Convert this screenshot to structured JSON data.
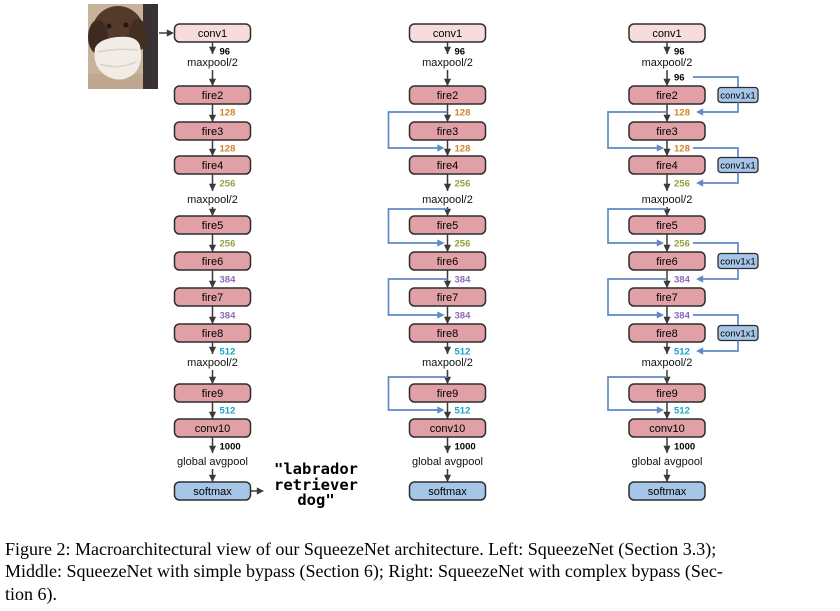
{
  "figure_caption": {
    "lines": [
      "Figure 2: Macroarchitectural view of our SqueezeNet architecture. Left: SqueezeNet (Section 3.3);",
      "Middle: SqueezeNet with simple bypass (Section 6); Right: SqueezeNet with complex bypass (Sec-",
      "tion 6)."
    ]
  },
  "prediction": {
    "text": "\"labrador\nretriever\ndog\""
  },
  "colors": {
    "box_border": "#2d2d2d",
    "conv_light": "#f6dcdc",
    "fire": "#e0a0a6",
    "blue_box": "#a6c6e8",
    "flow": "#3a3a3a",
    "bypass": "#5f8ac4",
    "n96": "#000000",
    "n128": "#d4812b",
    "n256": "#94a03c",
    "n384": "#8b6ab8",
    "n512": "#16a4c8",
    "n1000": "#000000"
  },
  "diagram": {
    "conv1x1_label": "conv1x1",
    "nodes": [
      {
        "kind": "box",
        "id": "conv1",
        "label": "conv1",
        "fill": "conv_light"
      },
      {
        "kind": "num",
        "text": "96",
        "color": "n96",
        "bold": true
      },
      {
        "kind": "pool",
        "label": "maxpool/2"
      },
      {
        "kind": "box",
        "id": "fire2",
        "label": "fire2",
        "fill": "fire"
      },
      {
        "kind": "num",
        "text": "128",
        "color": "n128"
      },
      {
        "kind": "box",
        "id": "fire3",
        "label": "fire3",
        "fill": "fire"
      },
      {
        "kind": "num",
        "text": "128",
        "color": "n128"
      },
      {
        "kind": "box",
        "id": "fire4",
        "label": "fire4",
        "fill": "fire"
      },
      {
        "kind": "num",
        "text": "256",
        "color": "n256"
      },
      {
        "kind": "pool",
        "label": "maxpool/2"
      },
      {
        "kind": "box",
        "id": "fire5",
        "label": "fire5",
        "fill": "fire"
      },
      {
        "kind": "num",
        "text": "256",
        "color": "n256"
      },
      {
        "kind": "box",
        "id": "fire6",
        "label": "fire6",
        "fill": "fire"
      },
      {
        "kind": "num",
        "text": "384",
        "color": "n384"
      },
      {
        "kind": "box",
        "id": "fire7",
        "label": "fire7",
        "fill": "fire"
      },
      {
        "kind": "num",
        "text": "384",
        "color": "n384"
      },
      {
        "kind": "box",
        "id": "fire8",
        "label": "fire8",
        "fill": "fire"
      },
      {
        "kind": "num",
        "text": "512",
        "color": "n512"
      },
      {
        "kind": "pool",
        "label": "maxpool/2"
      },
      {
        "kind": "box",
        "id": "fire9",
        "label": "fire9",
        "fill": "fire"
      },
      {
        "kind": "num",
        "text": "512",
        "color": "n512"
      },
      {
        "kind": "box",
        "id": "conv10",
        "label": "conv10",
        "fill": "fire"
      },
      {
        "kind": "num",
        "text": "1000",
        "color": "n1000",
        "bold": true
      },
      {
        "kind": "pool",
        "label": "global avgpool"
      },
      {
        "kind": "box",
        "id": "softmax",
        "label": "softmax",
        "fill": "blue_box"
      }
    ],
    "columns": [
      {
        "name": "squeezenet",
        "has_input_image": true,
        "has_output_text": true,
        "simple_bypass": [],
        "complex_bypass": []
      },
      {
        "name": "squeezenet-simple-bypass",
        "has_input_image": false,
        "has_output_text": false,
        "simple_bypass": [
          "fire3",
          "fire5",
          "fire7",
          "fire9"
        ],
        "complex_bypass": []
      },
      {
        "name": "squeezenet-complex-bypass",
        "has_input_image": false,
        "has_output_text": false,
        "simple_bypass": [
          "fire3",
          "fire5",
          "fire7",
          "fire9"
        ],
        "complex_bypass": [
          "fire2",
          "fire4",
          "fire6",
          "fire8"
        ],
        "extra_input_label": {
          "text": "96",
          "color": "n96",
          "bold": true
        }
      }
    ]
  }
}
